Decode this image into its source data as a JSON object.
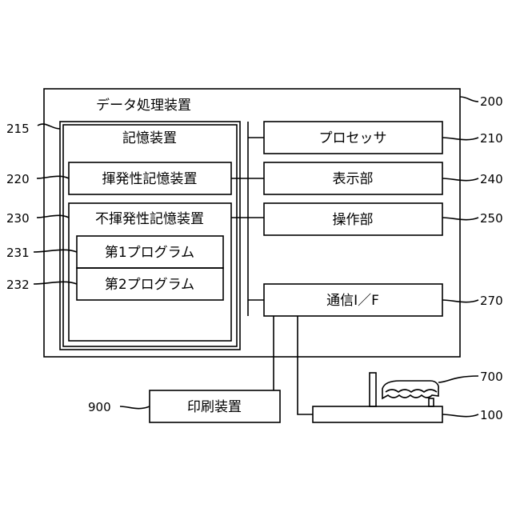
{
  "title": "データ処理装置",
  "labels": {
    "storage": "記憶装置",
    "volatile": "揮発性記憶装置",
    "nonvolatile": "不揮発性記憶装置",
    "program1": "第1プログラム",
    "program2": "第2プログラム",
    "processor": "プロセッサ",
    "display": "表示部",
    "operation": "操作部",
    "comm_if": "通信I／F",
    "printer": "印刷装置"
  },
  "refs": {
    "r200": "200",
    "r210": "210",
    "r215": "215",
    "r220": "220",
    "r230": "230",
    "r231": "231",
    "r232": "232",
    "r240": "240",
    "r250": "250",
    "r270": "270",
    "r700": "700",
    "r900": "900",
    "r100": "100"
  }
}
